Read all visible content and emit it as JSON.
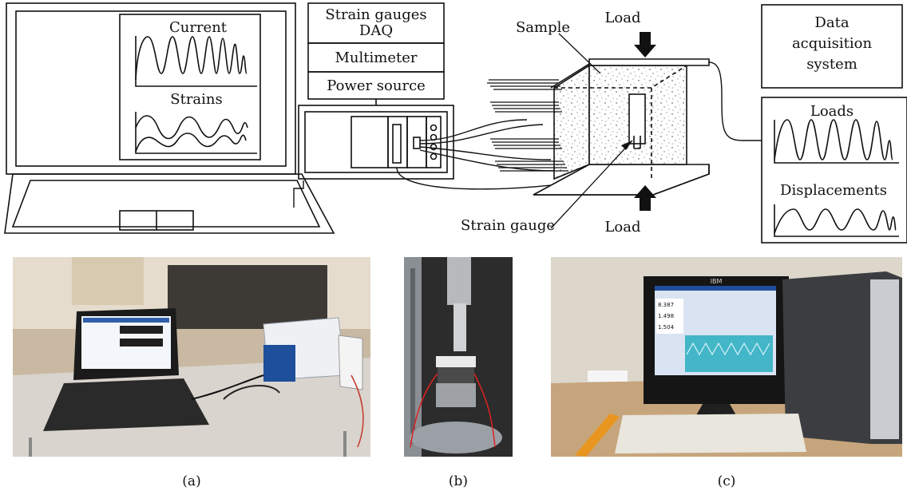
{
  "diagram": {
    "laptop_screen": {
      "plot_top_label": "Current",
      "plot_bottom_label": "Strains"
    },
    "instrument_stack": [
      "Strain gauges\nDAQ",
      "Multimeter",
      "Power source"
    ],
    "sample_label": "Sample",
    "load_top_label": "Load",
    "load_bottom_label": "Load",
    "strain_gauge_label": "Strain gauge",
    "das_box_label": "Data\nacquisition\nsystem",
    "das_plots": {
      "top_label": "Loads",
      "bottom_label": "Displacements"
    }
  },
  "photos": [
    {
      "caption": "(a)"
    },
    {
      "caption": "(b)"
    },
    {
      "caption": "(c)",
      "monitor_brand": "IBM",
      "readouts": [
        "8.387",
        "1.498",
        "1.504"
      ]
    }
  ]
}
